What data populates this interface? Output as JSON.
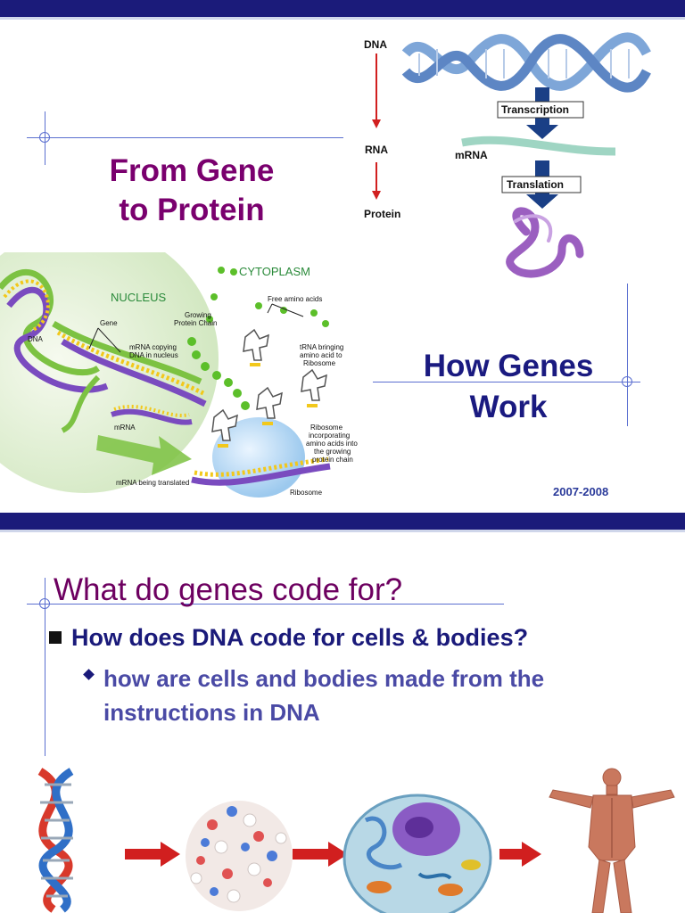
{
  "slide1": {
    "title_line1": "From Gene",
    "title_line2": "to Protein",
    "subtitle_line1": "How Genes",
    "subtitle_line2": "Work",
    "year": "2007-2008",
    "flow_labels": {
      "dna": "DNA",
      "rna": "RNA",
      "protein": "Protein",
      "mrna": "mRNA",
      "transcription": "Transcription",
      "translation": "Translation"
    },
    "cell_labels": {
      "cytoplasm": "CYTOPLASM",
      "nucleus": "NUCLEUS",
      "free_amino_acids": "Free amino acids",
      "growing_chain_1": "Growing",
      "growing_chain_2": "Protein Chain",
      "gene": "Gene",
      "dna": "DNA",
      "mrna_copying_1": "mRNA copying",
      "mrna_copying_2": "DNA in nucleus",
      "trna_1": "tRNA bringing",
      "trna_2": "amino acid to",
      "trna_3": "Ribosome",
      "mrna": "mRNA",
      "ribosome_inc_1": "Ribosome",
      "ribosome_inc_2": "incorporating",
      "ribosome_inc_3": "amino acids into",
      "ribosome_inc_4": "the growing",
      "ribosome_inc_5": "protein chain",
      "mrna_translated": "mRNA being translated",
      "ribosome": "Ribosome"
    }
  },
  "slide2": {
    "title": "What do genes code for?",
    "bullet1": "How does DNA code for cells & bodies?",
    "bullet2": "how are cells and bodies made from the instructions in DNA"
  },
  "colors": {
    "bar": "#1b1b7a",
    "title_purple": "#7a006e",
    "title_navy": "#1a1a80",
    "accent_line": "#5b6fd0",
    "arrow_red": "#d11f1f"
  }
}
